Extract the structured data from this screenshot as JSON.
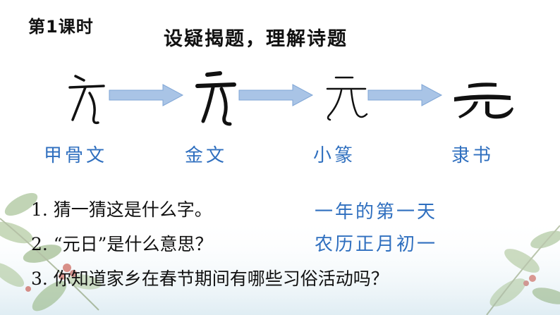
{
  "header": {
    "lesson": "第1课时",
    "title": "设疑揭题，理解诗题"
  },
  "evolution": {
    "labels": [
      "甲骨文",
      "金文",
      "小篆",
      "隶书"
    ],
    "glyph_icons": [
      "oracle-bone-yuan-icon",
      "bronze-yuan-icon",
      "seal-yuan-icon",
      "clerical-yuan-icon"
    ],
    "arrow_color": "#a9c4e6",
    "arrow_stroke": "#7fa6d6"
  },
  "questions": [
    {
      "text": "1. 猜一猜这是什么字。",
      "answer": "一年的第一天"
    },
    {
      "text": "2. “元日”是什么意思？",
      "answer": "农历正月初一"
    },
    {
      "text": "3. 你知道家乡在春节期间有哪些习俗活动吗？",
      "answer": ""
    }
  ],
  "colors": {
    "accent": "#2f6fbf",
    "text": "#111111"
  }
}
